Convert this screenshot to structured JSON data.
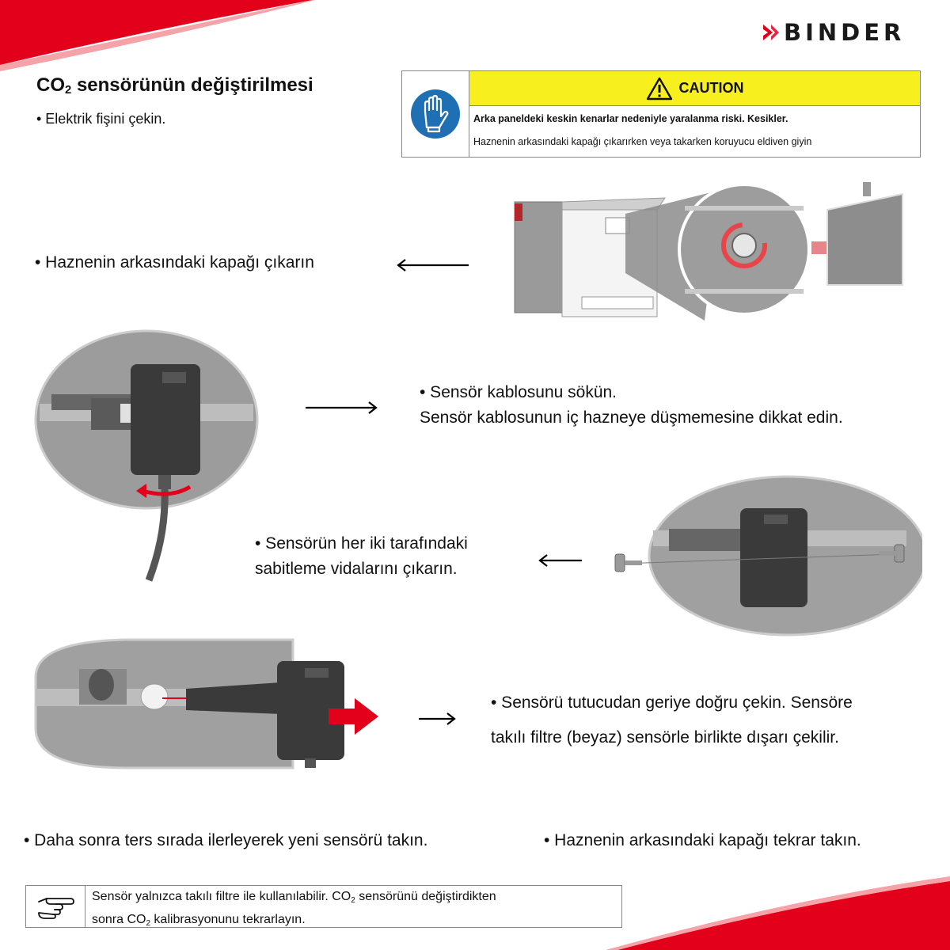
{
  "brand": {
    "name": "BINDER",
    "accent_color": "#e3001b"
  },
  "header": {
    "title_pre": "CO",
    "title_sub": "2",
    "title_post": " sensörünün değiştirilmesi",
    "intro": "• Elektrik fişini çekin."
  },
  "caution": {
    "icon": "wear-gloves-icon",
    "warning_icon": "warning-triangle-icon",
    "label": "CAUTION",
    "label_color": "#f7f01e",
    "line1": "Arka paneldeki keskin kenarlar nedeniyle yaralanma riski. Kesikler.",
    "line2": "Haznenin arkasındaki kapağı çıkarırken veya takarken koruyucu eldiven giyin"
  },
  "steps": {
    "remove_cover": "• Haznenin arkasındaki kapağı çıkarın",
    "unplug_cable_1": "• Sensör kablosunu sökün.",
    "unplug_cable_2": "Sensör kablosunun iç hazneye düşmemesine dikkat edin.",
    "screws_1": "• Sensörün her iki tarafındaki",
    "screws_2": "sabitleme vidalarını çıkarın.",
    "pull_1": "• Sensörü tutucudan geriye doğru çekin. Sensöre",
    "pull_2": "takılı filtre (beyaz) sensörle birlikte dışarı çekilir.",
    "reinstall": "• Daha sonra ters sırada ilerleyerek yeni sensörü takın.",
    "refit_cover": "• Haznenin arkasındaki kapağı tekrar takın."
  },
  "note": {
    "icon": "pointing-hand-icon",
    "l1_a": "Sensör yalnızca takılı filtre ile kullanılabilir. CO",
    "l1_sub": "2",
    "l1_b": " sensörünü değiştirdikten",
    "l2_a": "sonra CO",
    "l2_sub": "2",
    "l2_b": " kalibrasyonunu tekrarlayın."
  }
}
